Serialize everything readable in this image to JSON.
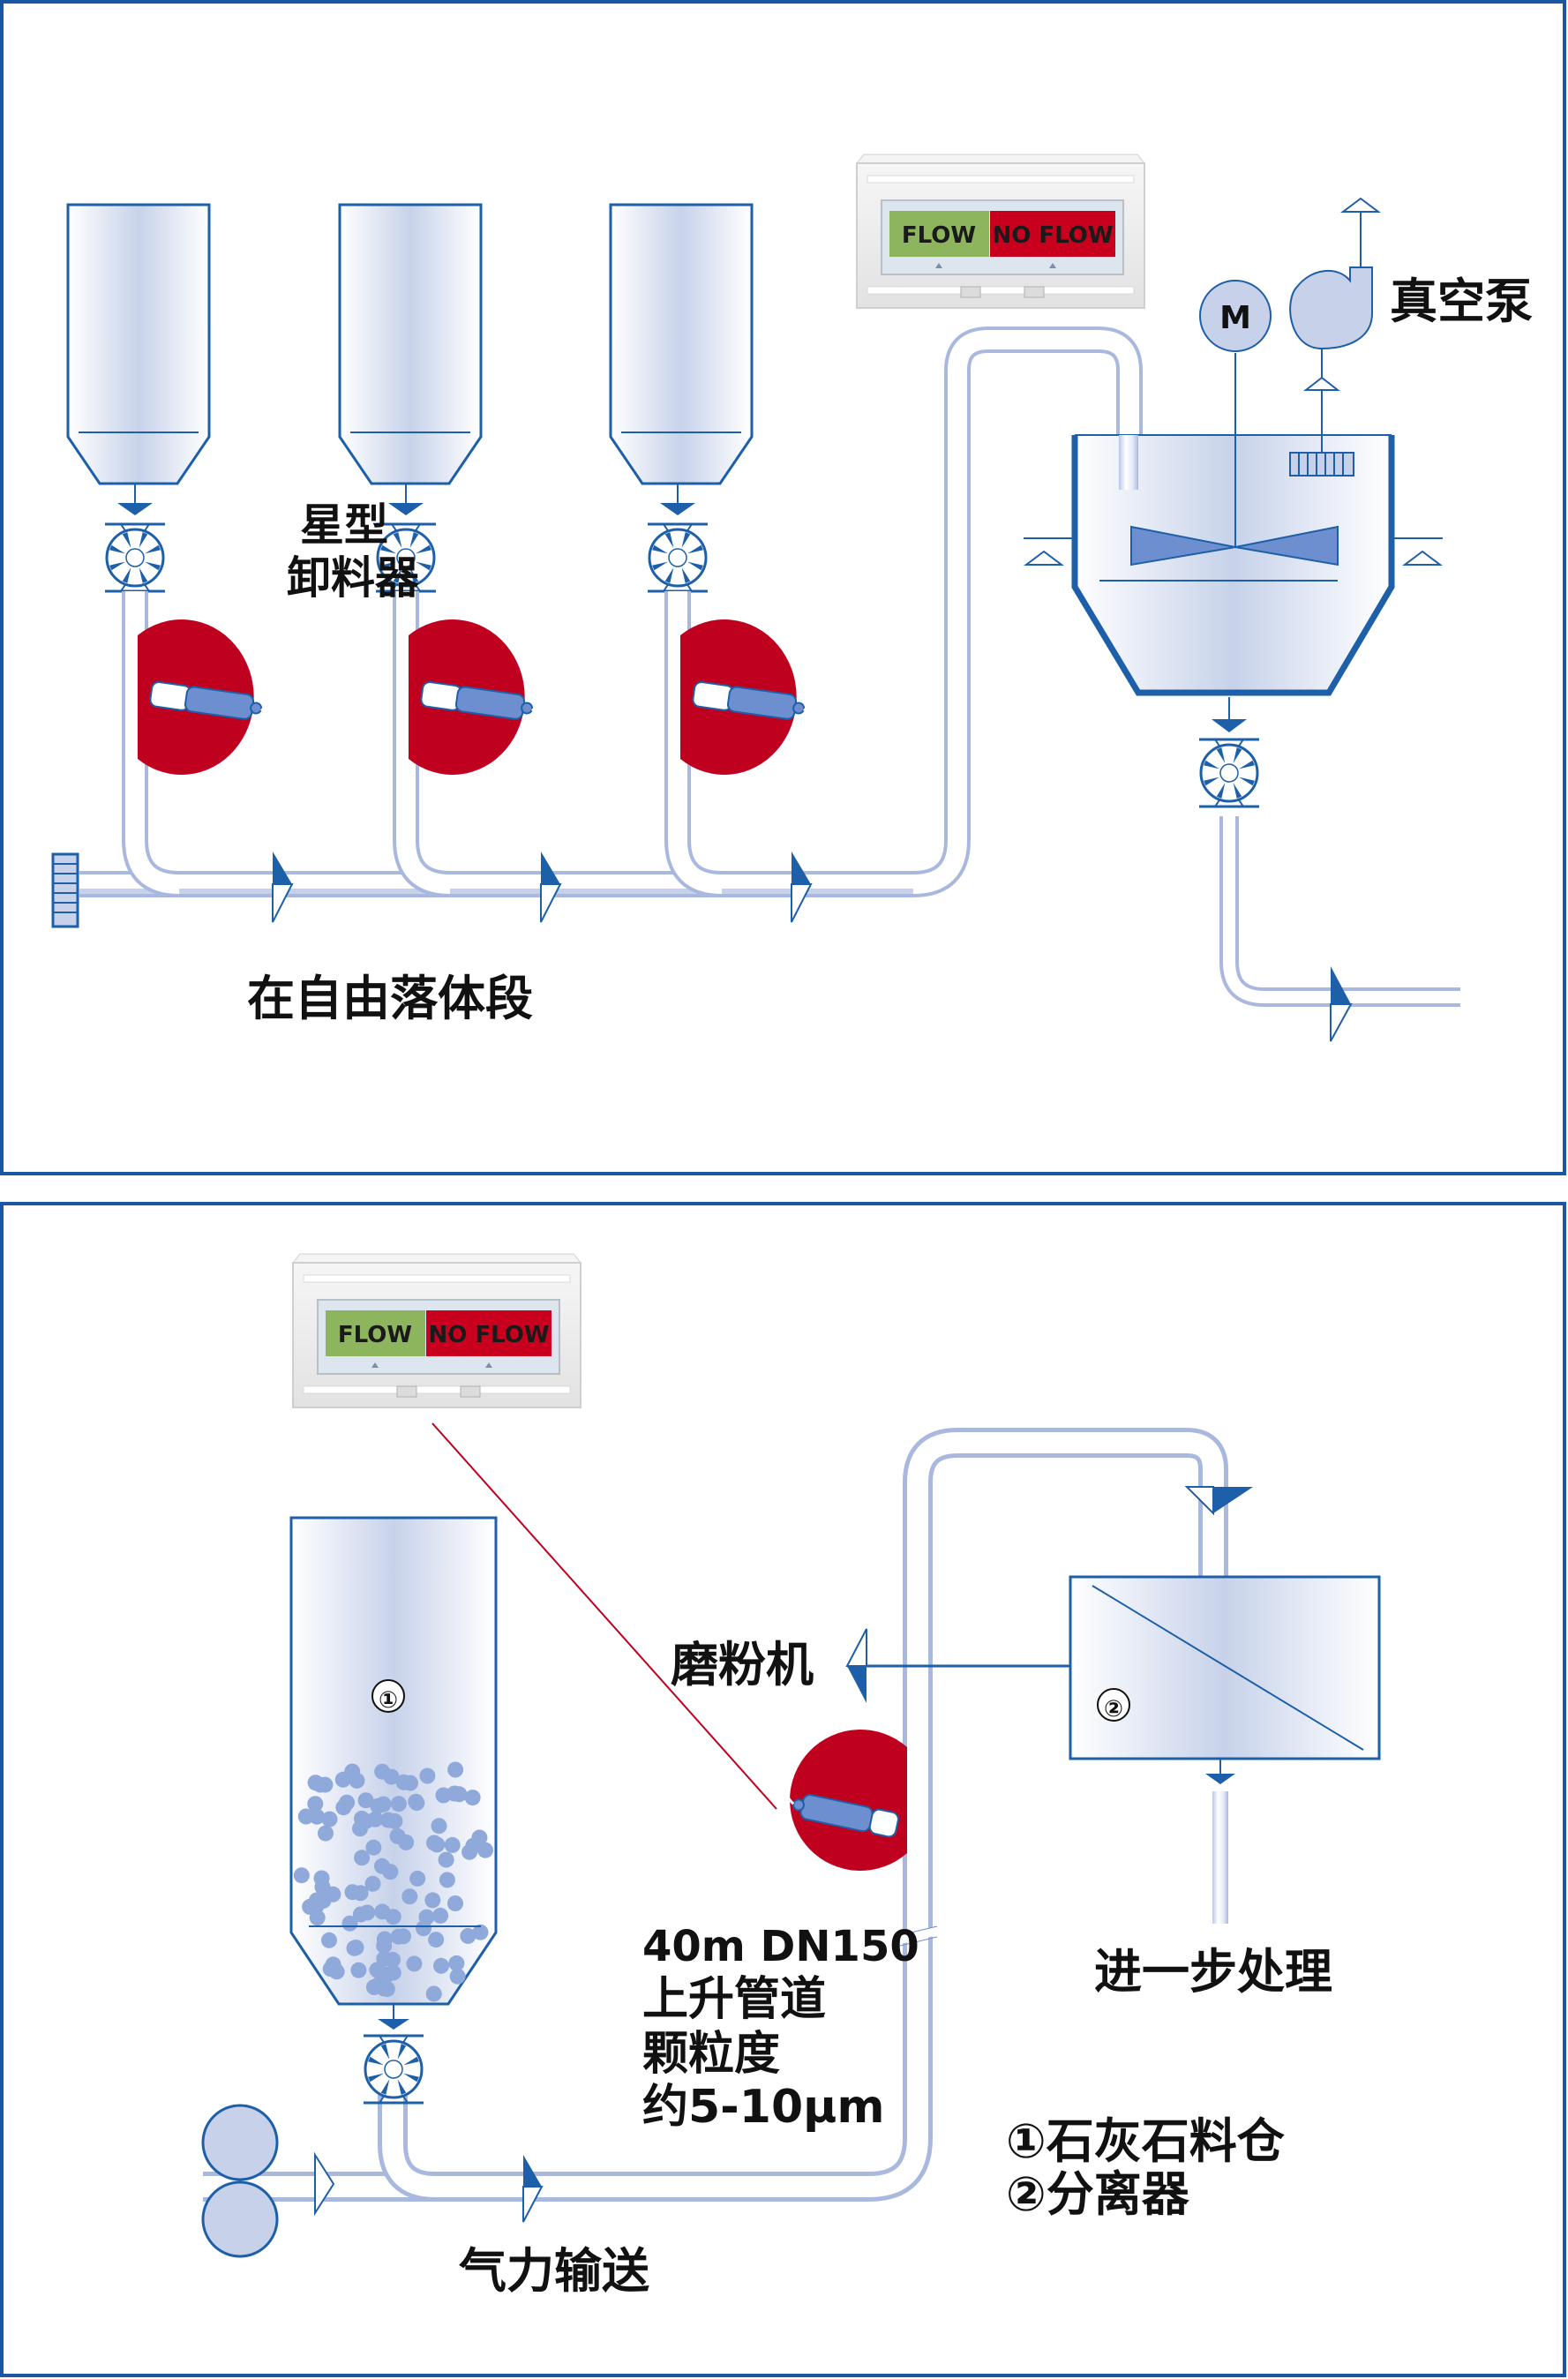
{
  "colors": {
    "frame": "#1a57a3",
    "line": "#1d5fa8",
    "pipe_light": "#ffffff",
    "pipe_dark": "#b9c6e6",
    "vessel_dark": "#c7d2ea",
    "sensor_disc": "#c0001f",
    "sensor_body": "#6e8fcf",
    "particle": "#8fa9db",
    "flow_green": "#8db55e",
    "noflow_red": "#c8001e",
    "display_case": "#ececec",
    "probe_line": "#c0001f"
  },
  "top_panel": {
    "display": {
      "flow_label": "FLOW",
      "noflow_label": "NO FLOW",
      "active_state": "NO FLOW"
    },
    "labels": {
      "rotary_valve": [
        "星型",
        "卸料器"
      ],
      "free_fall_section": "在自由落体段",
      "vacuum_pump": "真空泵",
      "motor": "M"
    },
    "silo_count": 3,
    "sensor_count": 3
  },
  "bottom_panel": {
    "display": {
      "flow_label": "FLOW",
      "noflow_label": "NO FLOW",
      "active_state": "NO FLOW"
    },
    "labels": {
      "mill": "磨粉机",
      "pipe_spec": [
        "40m DN150",
        "上升管道",
        "颗粒度",
        "约5-10μm"
      ],
      "further_processing": "进一步处理",
      "pneumatic_conveying": "气力输送",
      "silo_marker": "①",
      "separator_marker": "②",
      "legend": [
        "①石灰石料仓",
        "②分离器"
      ]
    }
  }
}
